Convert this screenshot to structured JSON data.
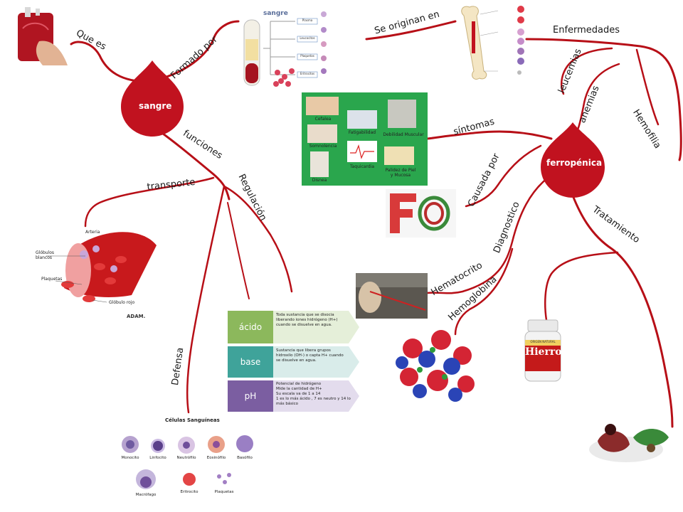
{
  "nodes": {
    "sangre": "sangre",
    "ferropenica": "ferropénica"
  },
  "branch_labels": {
    "que_es": "Que es",
    "formado_por": "Formado por",
    "funciones": "funciones",
    "transporte": "transporte",
    "regulacion": "Regulación",
    "defensa": "Defensa",
    "se_originan_en": "Se originan en",
    "enfermedades": "Enfermedades",
    "leucemias": "leucemias",
    "anemias": "anemias",
    "hemofilia": "Hemofilia",
    "sintomas": "síntomas",
    "causada_por": "Causada por",
    "diagnostico": "Diagnostico",
    "hematocrito": "Hematocrito",
    "hemoglobina": "Hemoglobina",
    "tratamiento": "Tratamiento"
  },
  "composition": {
    "title": "sangre",
    "parts": [
      "Plasma",
      "Leucocitos",
      "Plaquetas",
      "Eritrocitos"
    ]
  },
  "symptoms": [
    "Cefalea",
    "Fatigabilidad",
    "Debilidad Muscular",
    "Somnolencia",
    "Taquicardia",
    "Palidez de Piel y Mucosa",
    "Disnea"
  ],
  "vessel": {
    "labels": [
      "Arteria",
      "Glóbulos blancos",
      "Plaquetas",
      "Glóbulo rojo"
    ],
    "brand": "ADAM."
  },
  "ph_chart": {
    "items": [
      {
        "label": "ácido",
        "color": "#8cb85c",
        "text": "Toda sustancia que se disocia liberando iones hidrógeno (H+) cuando se disuelve en agua."
      },
      {
        "label": "base",
        "color": "#3fa39a",
        "text": "Sustancia que libera grupos hidroxilo (OH-) o capta H+ cuando se disuelve en agua."
      },
      {
        "label": "pH",
        "color": "#7b5ea1",
        "text": "Potencial de hidrógeno\nMide la cantidad de H+\nSu escala va de 1 a 14\n1 es lo más ácido , 7 es neutro y 14 lo más básico"
      }
    ]
  },
  "blood_cells": {
    "title": "Células Sanguíneas",
    "cells": [
      "Monocito",
      "Linfocito",
      "Neutrófilo",
      "Eosinófilo",
      "Basófilo",
      "Macrófago",
      "Eritrocito",
      "Plaquetas"
    ]
  },
  "supplement": {
    "brand": "Hierro",
    "brand_top": "ORIGEN NATURAL"
  },
  "colors": {
    "branch": "#b70f17",
    "node": "#c1121f"
  }
}
